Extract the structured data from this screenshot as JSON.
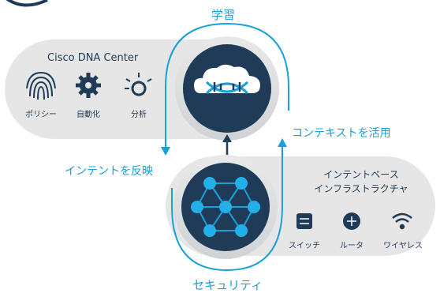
{
  "top_label": "学習",
  "bottom_label": "セキュリティ",
  "left_arrow_label": "インテントを反映",
  "right_arrow_label": "コンテキストを活用",
  "upper_panel": {
    "title": "Cisco DNA Center",
    "items": [
      {
        "icon": "fingerprint-icon",
        "label": "ポリシー"
      },
      {
        "icon": "gear-icon",
        "label": "自動化"
      },
      {
        "icon": "analytics-icon",
        "label": "分析"
      }
    ]
  },
  "lower_panel": {
    "title_line1": "インテントベース",
    "title_line2": "インフラストラクチャ",
    "items": [
      {
        "icon": "switch-icon",
        "label": "スイッチ"
      },
      {
        "icon": "router-icon",
        "label": "ルータ"
      },
      {
        "icon": "wifi-icon",
        "label": "ワイヤレス"
      }
    ]
  },
  "colors": {
    "accent": "#1aa0d8",
    "navy": "#1f3b57",
    "panel": "#e6e6e6"
  }
}
